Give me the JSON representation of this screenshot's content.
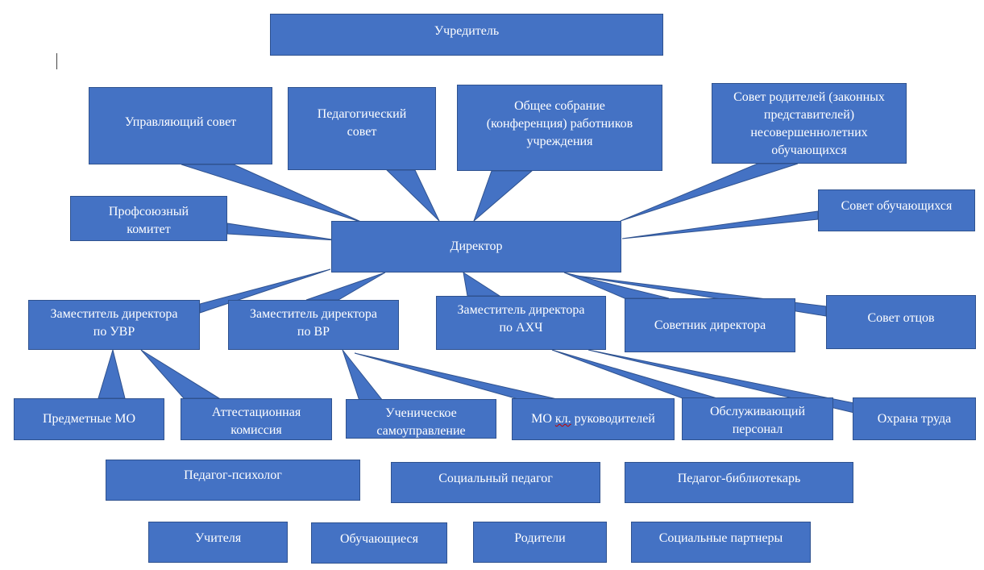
{
  "diagram": {
    "colors": {
      "fill": "#4472c4",
      "border": "#2f528f",
      "text": "#ffffff"
    },
    "founder": "Учредитель",
    "director": "Директор",
    "councils": {
      "governing": "Управляющий совет",
      "pedagogical": [
        "Педагогический",
        "совет"
      ],
      "general_meeting": [
        "Общее собрание",
        "(конференция) работников",
        "учреждения"
      ],
      "parents": [
        "Совет родителей (законных",
        "представителей)",
        "несовершеннолетних",
        "обучающихся"
      ],
      "trade_union": [
        "Профсоюзный",
        "комитет"
      ],
      "students": "Совет обучающихся"
    },
    "deputies": {
      "uvr": [
        "Заместитель директора",
        "по УВР"
      ],
      "vr": [
        "Заместитель директора",
        "по ВР"
      ],
      "ahch": [
        "Заместитель директора",
        "по АХЧ"
      ],
      "advisor": "Советник директора",
      "fathers": "Совет отцов"
    },
    "units": {
      "subject_mo": "Предметные МО",
      "attestation": [
        "Аттестационная",
        "комиссия"
      ],
      "student_gov": [
        "Ученическое",
        "самоуправление"
      ],
      "class_mo_prefix": "МО ",
      "class_mo_mark": "кл.",
      "class_mo_rest": " руководителей",
      "service_staff": [
        "Обслуживающий",
        "персонал"
      ],
      "labor_safety": "Охрана труда"
    },
    "specialists": {
      "psychologist": "Педагог-психолог",
      "social": "Социальный педагог",
      "librarian": "Педагог-библиотекарь"
    },
    "participants": {
      "teachers": "Учителя",
      "students": "Обучающиеся",
      "parents": "Родители",
      "partners": "Социальные партнеры"
    }
  }
}
